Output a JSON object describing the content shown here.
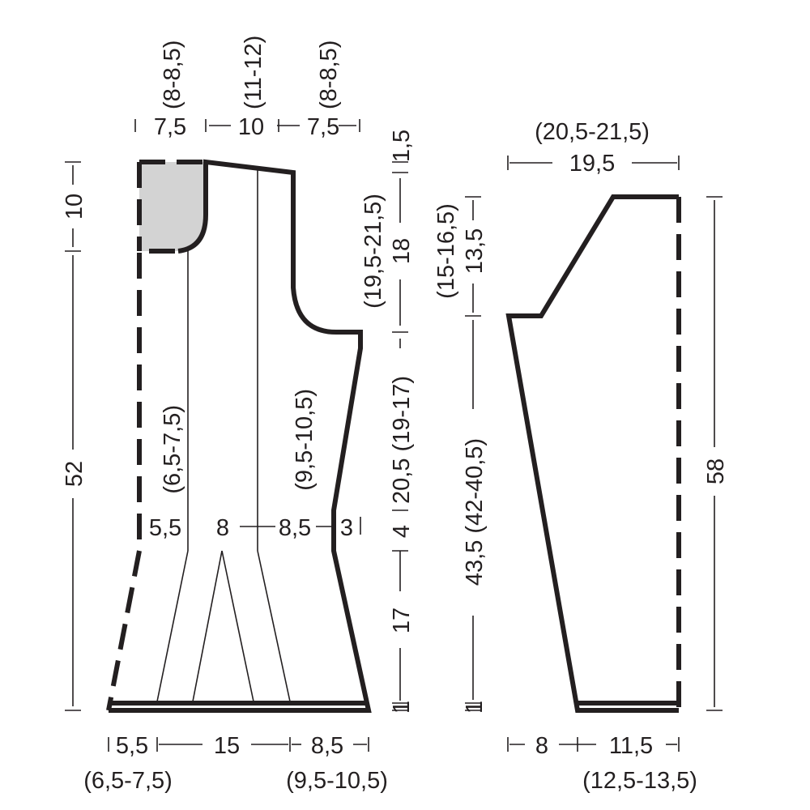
{
  "colors": {
    "line": "#231f20",
    "shade": "#d3d3d3",
    "background": "#ffffff"
  },
  "front": {
    "top": {
      "left": "7,5",
      "left_alt": "(8-8,5)",
      "center": "10",
      "center_alt": "(11-12)",
      "right": "7,5",
      "right_alt": "(8-8,5)"
    },
    "left_side": {
      "upper": "10",
      "lower": "52"
    },
    "right_side": {
      "shoulder": "1,5",
      "armhole": "18",
      "armhole_alt": "(19,5-21,5)",
      "side": "20,5",
      "side_alt": "(19-17)",
      "waist": "4",
      "hip": "17",
      "hem": "1"
    },
    "waist": {
      "a": "5,5",
      "a_alt": "(6,5-7,5)",
      "b": "8",
      "c": "8,5",
      "c_alt": "(9,5-10,5)",
      "d": "3"
    },
    "bottom": {
      "left": "5,5",
      "left_alt": "(6,5-7,5)",
      "center": "15",
      "right": "8,5",
      "right_alt": "(9,5-10,5)"
    }
  },
  "sleeve": {
    "top": {
      "value": "19,5",
      "alt": "(20,5-21,5)"
    },
    "left_side": {
      "cap": "13,5",
      "cap_alt": "(15-16,5)",
      "length": "43,5",
      "length_alt": "(42-40,5)",
      "cuff": "1"
    },
    "right_side": {
      "total": "58"
    },
    "bottom": {
      "left": "8",
      "right": "11,5",
      "right_alt": "(12,5-13,5)"
    }
  }
}
